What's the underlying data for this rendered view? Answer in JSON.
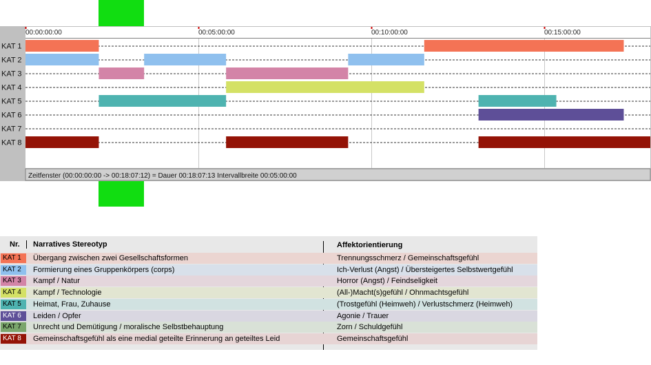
{
  "timeline": {
    "tick_labels": [
      "00:00:00:00",
      "00:05:00:00",
      "00:10:00:00",
      "00:15:00:00"
    ],
    "status_text": "Zeitfenster (00:00:00:00 -> 00:18:07:12) = Dauer 00:18:07:13    Intervallbreite 00:05:00:00"
  },
  "chart_data": {
    "type": "gantt",
    "x_unit": "minutes",
    "x_range": [
      0,
      18.12
    ],
    "tick_values": [
      0,
      5,
      10,
      15
    ],
    "categories": [
      "KAT 1",
      "KAT 2",
      "KAT 3",
      "KAT 4",
      "KAT 5",
      "KAT 6",
      "KAT 7",
      "KAT 8"
    ],
    "highlight_window": [
      2.12,
      3.43
    ],
    "segments": [
      {
        "cat": 0,
        "start": 0.0,
        "end": 2.12
      },
      {
        "cat": 0,
        "start": 11.53,
        "end": 17.3
      },
      {
        "cat": 1,
        "start": 0.0,
        "end": 2.12
      },
      {
        "cat": 1,
        "start": 3.43,
        "end": 5.8
      },
      {
        "cat": 1,
        "start": 9.33,
        "end": 11.53
      },
      {
        "cat": 2,
        "start": 2.12,
        "end": 3.43
      },
      {
        "cat": 2,
        "start": 5.8,
        "end": 9.33
      },
      {
        "cat": 3,
        "start": 5.8,
        "end": 11.53
      },
      {
        "cat": 4,
        "start": 2.12,
        "end": 5.8
      },
      {
        "cat": 4,
        "start": 13.1,
        "end": 15.35
      },
      {
        "cat": 5,
        "start": 13.1,
        "end": 17.3
      },
      {
        "cat": 7,
        "start": 0.0,
        "end": 2.12
      },
      {
        "cat": 7,
        "start": 5.8,
        "end": 9.33
      },
      {
        "cat": 7,
        "start": 13.1,
        "end": 18.12
      }
    ]
  },
  "legend": {
    "header": {
      "nr": "Nr.",
      "narrative": "Narratives Stereotyp",
      "affect": "Affektorientierung"
    },
    "rows": [
      {
        "kat": "KAT 1",
        "color": "#f47355",
        "bg": "#ebd5d1",
        "narrative": "Übergang zwischen zwei Gesellschaftsformen",
        "affect": "Trennungsschmerz / Gemeinschaftsgefühl"
      },
      {
        "kat": "KAT 2",
        "color": "#8fc0ee",
        "bg": "#d8e0ea",
        "narrative": "Formierung eines Gruppenkörpers (corps)",
        "affect": "Ich-Verlust (Angst) / Übersteigertes Selbstwertgefühl"
      },
      {
        "kat": "KAT 3",
        "color": "#d384a7",
        "bg": "#e4d6dc",
        "narrative": "Kampf / Natur",
        "affect": "Horror (Angst) / Feindseligkeit"
      },
      {
        "kat": "KAT 4",
        "color": "#d4e165",
        "bg": "#e2e5d1",
        "narrative": "Kampf / Technologie",
        "affect": "(All-)Macht(s)gefühl / Ohnmachtsgefühl"
      },
      {
        "kat": "KAT 5",
        "color": "#4eb3b0",
        "bg": "#d1e2e1",
        "narrative": "Heimat, Frau, Zuhause",
        "affect": "(Trostgefühl (Heimweh) / Verlustschmerz (Heimweh)"
      },
      {
        "kat": "KAT 6",
        "color": "#5e4f98",
        "bg": "#d9d7e1",
        "narrative": "Leiden / Opfer",
        "affect": "Agonie / Trauer"
      },
      {
        "kat": "KAT 7",
        "color": "#7aa56c",
        "bg": "#d9e1d7",
        "narrative": "Unrecht und Demütigung / moralische Selbstbehauptung",
        "affect": "Zorn / Schuldgefühl"
      },
      {
        "kat": "KAT 8",
        "color": "#941306",
        "bg": "#e7d4d4",
        "narrative": "Gemeinschaftsgefühl als eine medial geteilte Erinnerung an geteiltes Leid",
        "affect": "Gemeinschaftsgefühl"
      }
    ]
  }
}
